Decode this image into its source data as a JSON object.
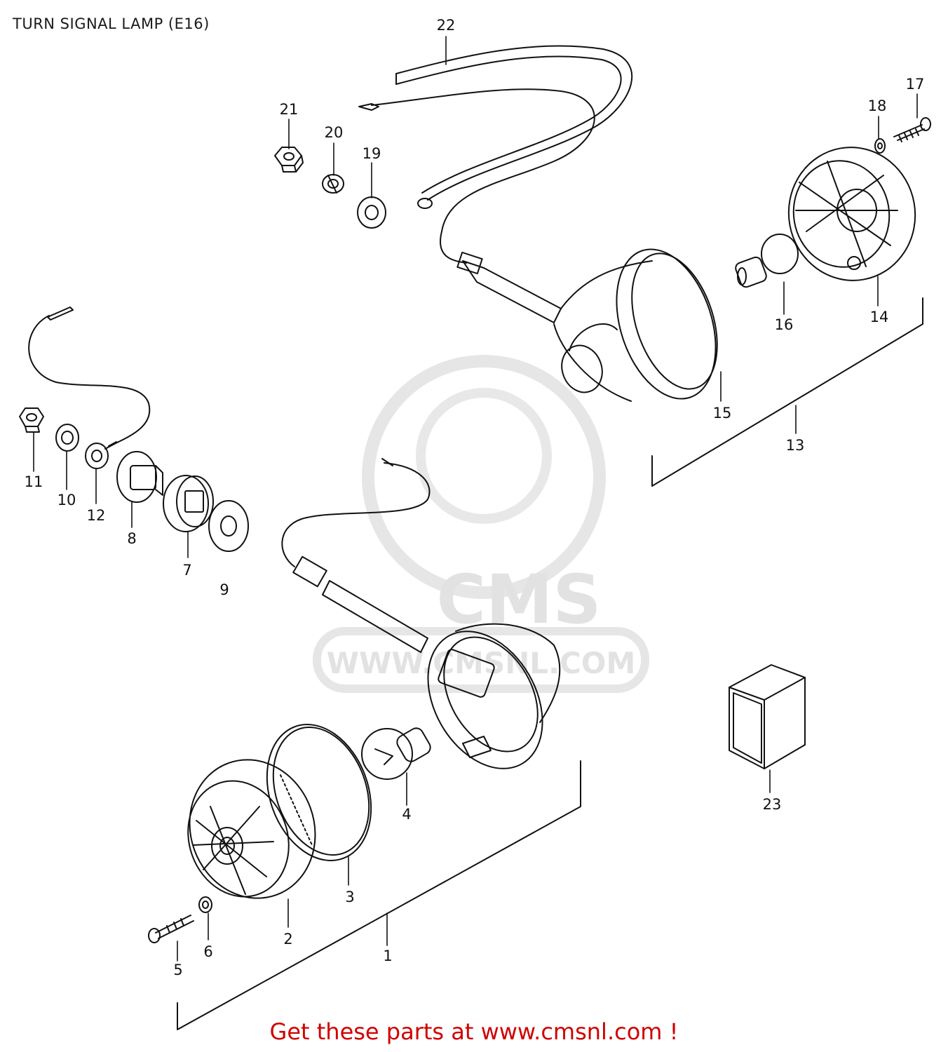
{
  "title": "TURN SIGNAL LAMP (E16)",
  "footer": {
    "cta": "Get these parts at www.cmsnl.com !"
  },
  "watermark": {
    "brand": "CMS",
    "url": "WWW.CMSNL.COM"
  },
  "colors": {
    "cta": "#d00000",
    "line": "#111111",
    "watermark": "#e2e2e2"
  },
  "parts": [
    {
      "id": "1",
      "label": "1"
    },
    {
      "id": "2",
      "label": "2"
    },
    {
      "id": "3",
      "label": "3"
    },
    {
      "id": "4",
      "label": "4"
    },
    {
      "id": "5",
      "label": "5"
    },
    {
      "id": "6",
      "label": "6"
    },
    {
      "id": "7",
      "label": "7"
    },
    {
      "id": "8",
      "label": "8"
    },
    {
      "id": "9",
      "label": "9"
    },
    {
      "id": "10",
      "label": "10"
    },
    {
      "id": "11",
      "label": "11"
    },
    {
      "id": "12",
      "label": "12"
    },
    {
      "id": "13",
      "label": "13"
    },
    {
      "id": "14",
      "label": "14"
    },
    {
      "id": "15",
      "label": "15"
    },
    {
      "id": "16",
      "label": "16"
    },
    {
      "id": "17",
      "label": "17"
    },
    {
      "id": "18",
      "label": "18"
    },
    {
      "id": "19",
      "label": "19"
    },
    {
      "id": "20",
      "label": "20"
    },
    {
      "id": "21",
      "label": "21"
    },
    {
      "id": "22",
      "label": "22"
    },
    {
      "id": "23",
      "label": "23"
    }
  ]
}
